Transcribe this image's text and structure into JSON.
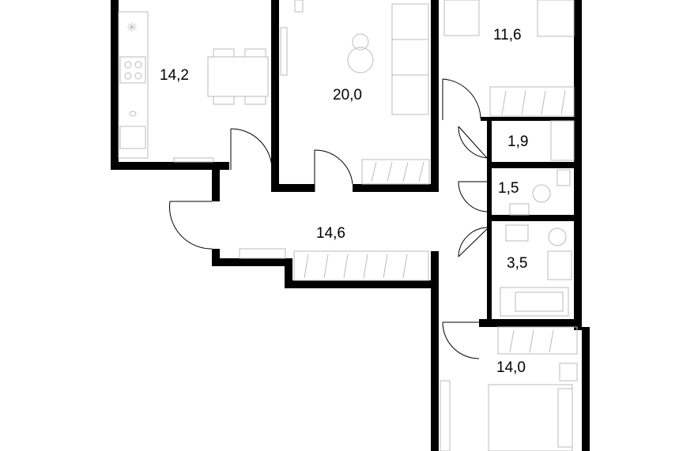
{
  "colors": {
    "wall": "#000000",
    "fixture": "#bbbbbb",
    "background": "#ffffff"
  },
  "rooms": [
    {
      "id": "kitchen",
      "area": "14,2"
    },
    {
      "id": "living-room",
      "area": "20,0"
    },
    {
      "id": "bedroom-top",
      "area": "11,6"
    },
    {
      "id": "closet",
      "area": "1,9"
    },
    {
      "id": "toilet",
      "area": "1,5"
    },
    {
      "id": "hallway",
      "area": "14,6"
    },
    {
      "id": "bathroom",
      "area": "3,5"
    },
    {
      "id": "bedroom-bottom",
      "area": "14,0"
    }
  ]
}
